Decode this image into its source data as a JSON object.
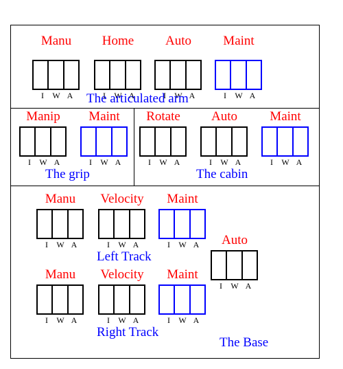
{
  "colors": {
    "title": "#ff0000",
    "normal_box": "#000000",
    "maint_box": "#0000ff",
    "caption": "#0000ff"
  },
  "mode_letters": [
    "I",
    "W",
    "A"
  ],
  "arm": {
    "caption": "The articulated arm",
    "groups": [
      {
        "title": "Manu",
        "kind": "normal"
      },
      {
        "title": "Home",
        "kind": "normal"
      },
      {
        "title": "Auto",
        "kind": "normal"
      },
      {
        "title": "Maint",
        "kind": "maint"
      }
    ]
  },
  "grip": {
    "caption": "The grip",
    "groups": [
      {
        "title": "Manip",
        "kind": "normal"
      },
      {
        "title": "Maint",
        "kind": "maint"
      }
    ]
  },
  "cabin": {
    "caption": "The cabin",
    "groups": [
      {
        "title": "Rotate",
        "kind": "normal"
      },
      {
        "title": "Auto",
        "kind": "normal"
      },
      {
        "title": "Maint",
        "kind": "maint"
      }
    ]
  },
  "base": {
    "caption": "The Base",
    "left_track": {
      "caption": "Left Track",
      "groups": [
        {
          "title": "Manu",
          "kind": "normal"
        },
        {
          "title": "Velocity",
          "kind": "normal"
        },
        {
          "title": "Maint",
          "kind": "maint"
        }
      ]
    },
    "right_track": {
      "caption": "Right Track",
      "groups": [
        {
          "title": "Manu",
          "kind": "normal"
        },
        {
          "title": "Velocity",
          "kind": "normal"
        },
        {
          "title": "Maint",
          "kind": "maint"
        }
      ]
    },
    "auto": {
      "title": "Auto",
      "kind": "normal"
    }
  }
}
